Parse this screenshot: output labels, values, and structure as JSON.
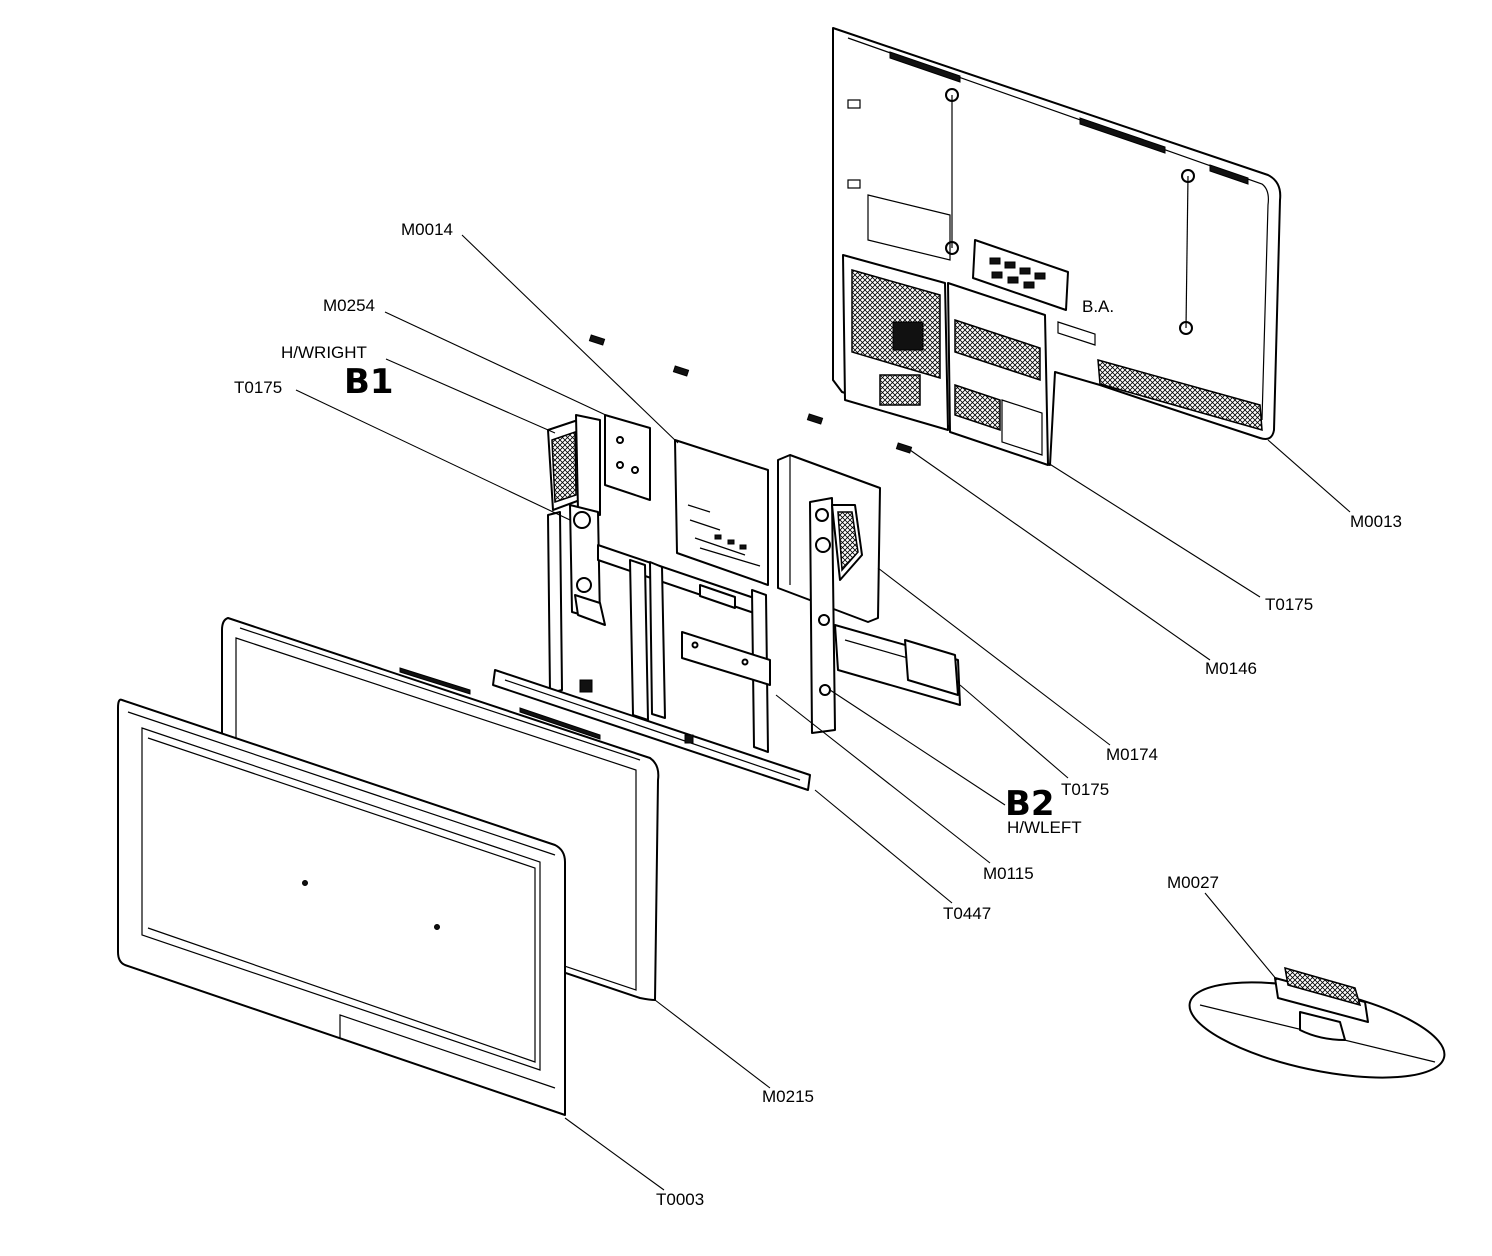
{
  "labels": {
    "m0014": "M0014",
    "m0254": "M0254",
    "h_wright": "H/WRIGHT",
    "b1": "B1",
    "t0175_left": "T0175",
    "m0013": "M0013",
    "t0175_back": "T0175",
    "m0146": "M0146",
    "m0174": "M0174",
    "t0175_right": "T0175",
    "b2": "B2",
    "h_wleft": "H/WLEFT",
    "m0115": "M0115",
    "t0447": "T0447",
    "m0027": "M0027",
    "m0215": "M0215",
    "t0003": "T0003"
  },
  "back_cover_mark": "B.A."
}
